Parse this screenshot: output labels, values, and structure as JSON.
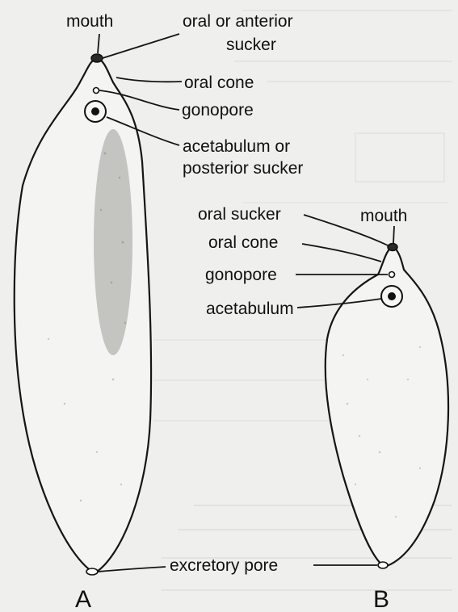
{
  "specimen_a": {
    "name": "A",
    "labels": {
      "mouth": "mouth",
      "oral_sucker_line1": "oral or anterior",
      "oral_sucker_line2": "sucker",
      "oral_cone": "oral cone",
      "gonopore": "gonopore",
      "acetabulum_line1": "acetabulum or",
      "acetabulum_line2": "posterior sucker"
    }
  },
  "specimen_b": {
    "name": "B",
    "labels": {
      "oral_sucker": "oral sucker",
      "mouth": "mouth",
      "oral_cone": "oral cone",
      "gonopore": "gonopore",
      "acetabulum": "acetabulum"
    }
  },
  "shared_labels": {
    "excretory_pore": "excretory pore"
  }
}
